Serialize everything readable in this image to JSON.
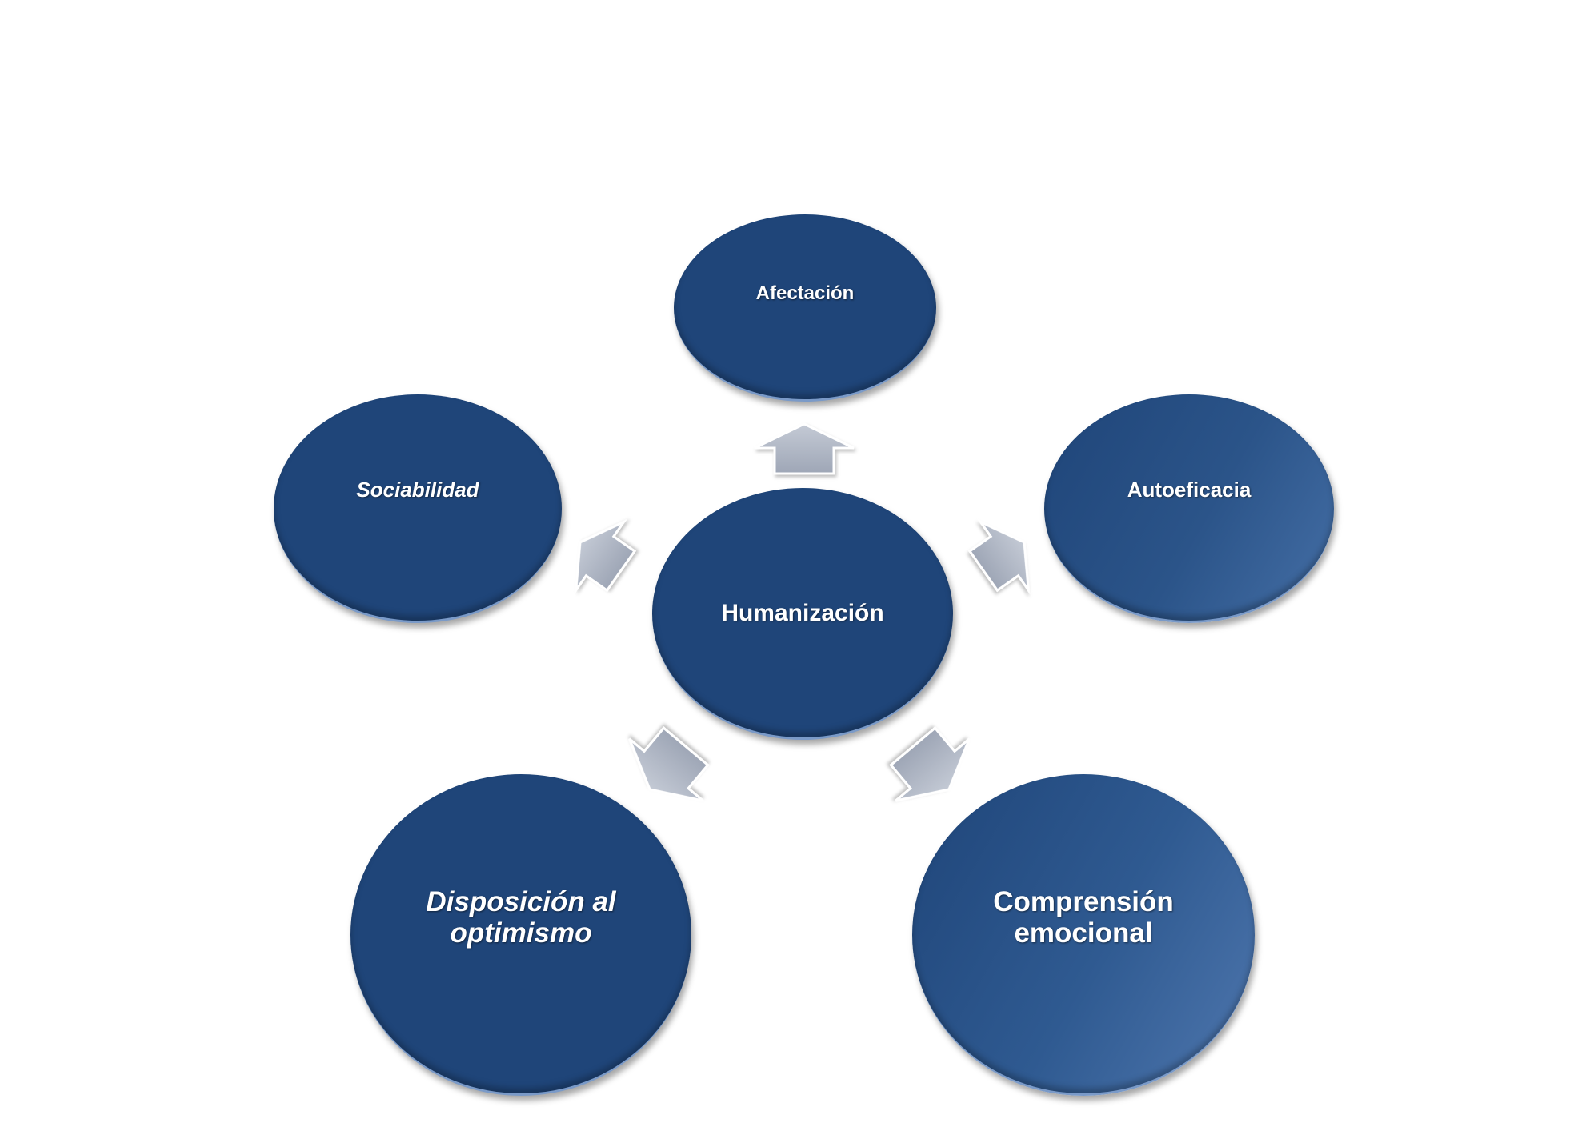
{
  "diagram": {
    "center": {
      "label": "Humanización"
    },
    "nodes": {
      "top": {
        "label": "Afectación"
      },
      "left": {
        "label": "Sociabilidad"
      },
      "right": {
        "label": "Autoeficacia"
      },
      "bottom_left": {
        "label": "Disposición al optimismo"
      },
      "bottom_right": {
        "label": "Comprensión emocional"
      }
    },
    "colors": {
      "node_fill": "#1f4579",
      "node_gradient_end": "#4f77ae",
      "node_rim": "#7a9ac8",
      "arrow_fill": "#a4acbb",
      "text": "#ffffff"
    }
  }
}
